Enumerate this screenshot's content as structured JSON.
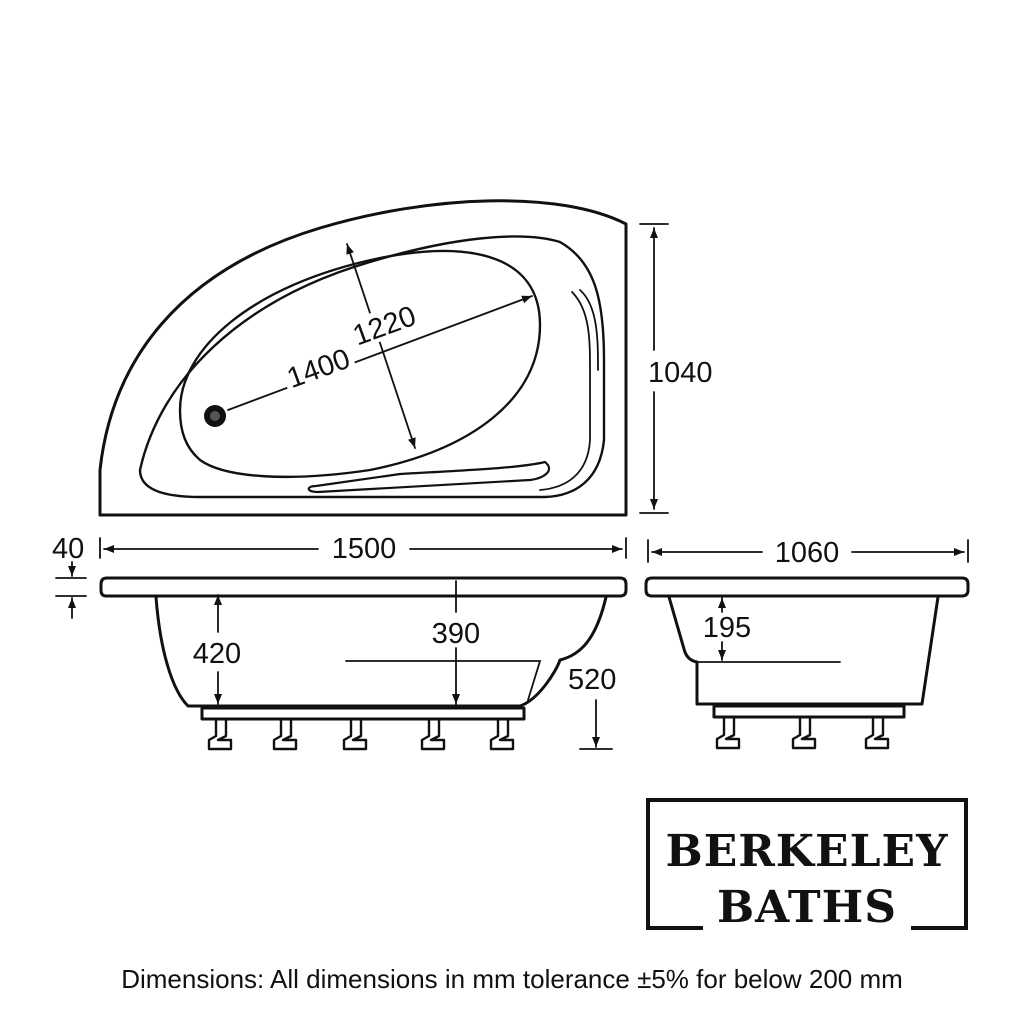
{
  "drawing": {
    "dimensions": {
      "bowl_length": "1400",
      "bowl_width": "1220",
      "overall_depth": "1040",
      "overall_length": "1500",
      "rim_thickness": "40",
      "end_width": "1060",
      "internal_depth_side": "420",
      "internal_depth_center": "390",
      "overall_height": "520",
      "seat_depth": "195"
    }
  },
  "brand": {
    "line1": "BERKELEY",
    "line2": "BATHS"
  },
  "footnote": "Dimensions: All dimensions in mm tolerance ±5% for below 200 mm",
  "colors": {
    "ink": "#111111",
    "background": "#ffffff"
  }
}
